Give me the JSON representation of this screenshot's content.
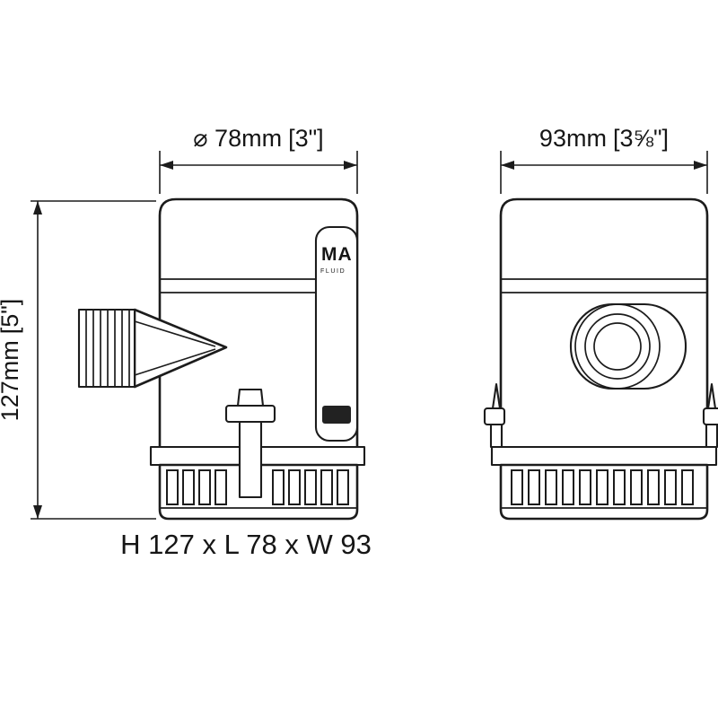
{
  "dimensions": {
    "diameter": {
      "label": "⌀ 78mm",
      "bracket": "[3\"]"
    },
    "width": {
      "label": "93mm",
      "bracket": "[3⅝\"]"
    },
    "height": {
      "label": "127mm",
      "bracket": "[5\"]"
    }
  },
  "footer": {
    "size_summary": "H 127 x L 78 x W 93"
  },
  "pump_label": {
    "brand": "MA",
    "subtext": "FLUID"
  }
}
